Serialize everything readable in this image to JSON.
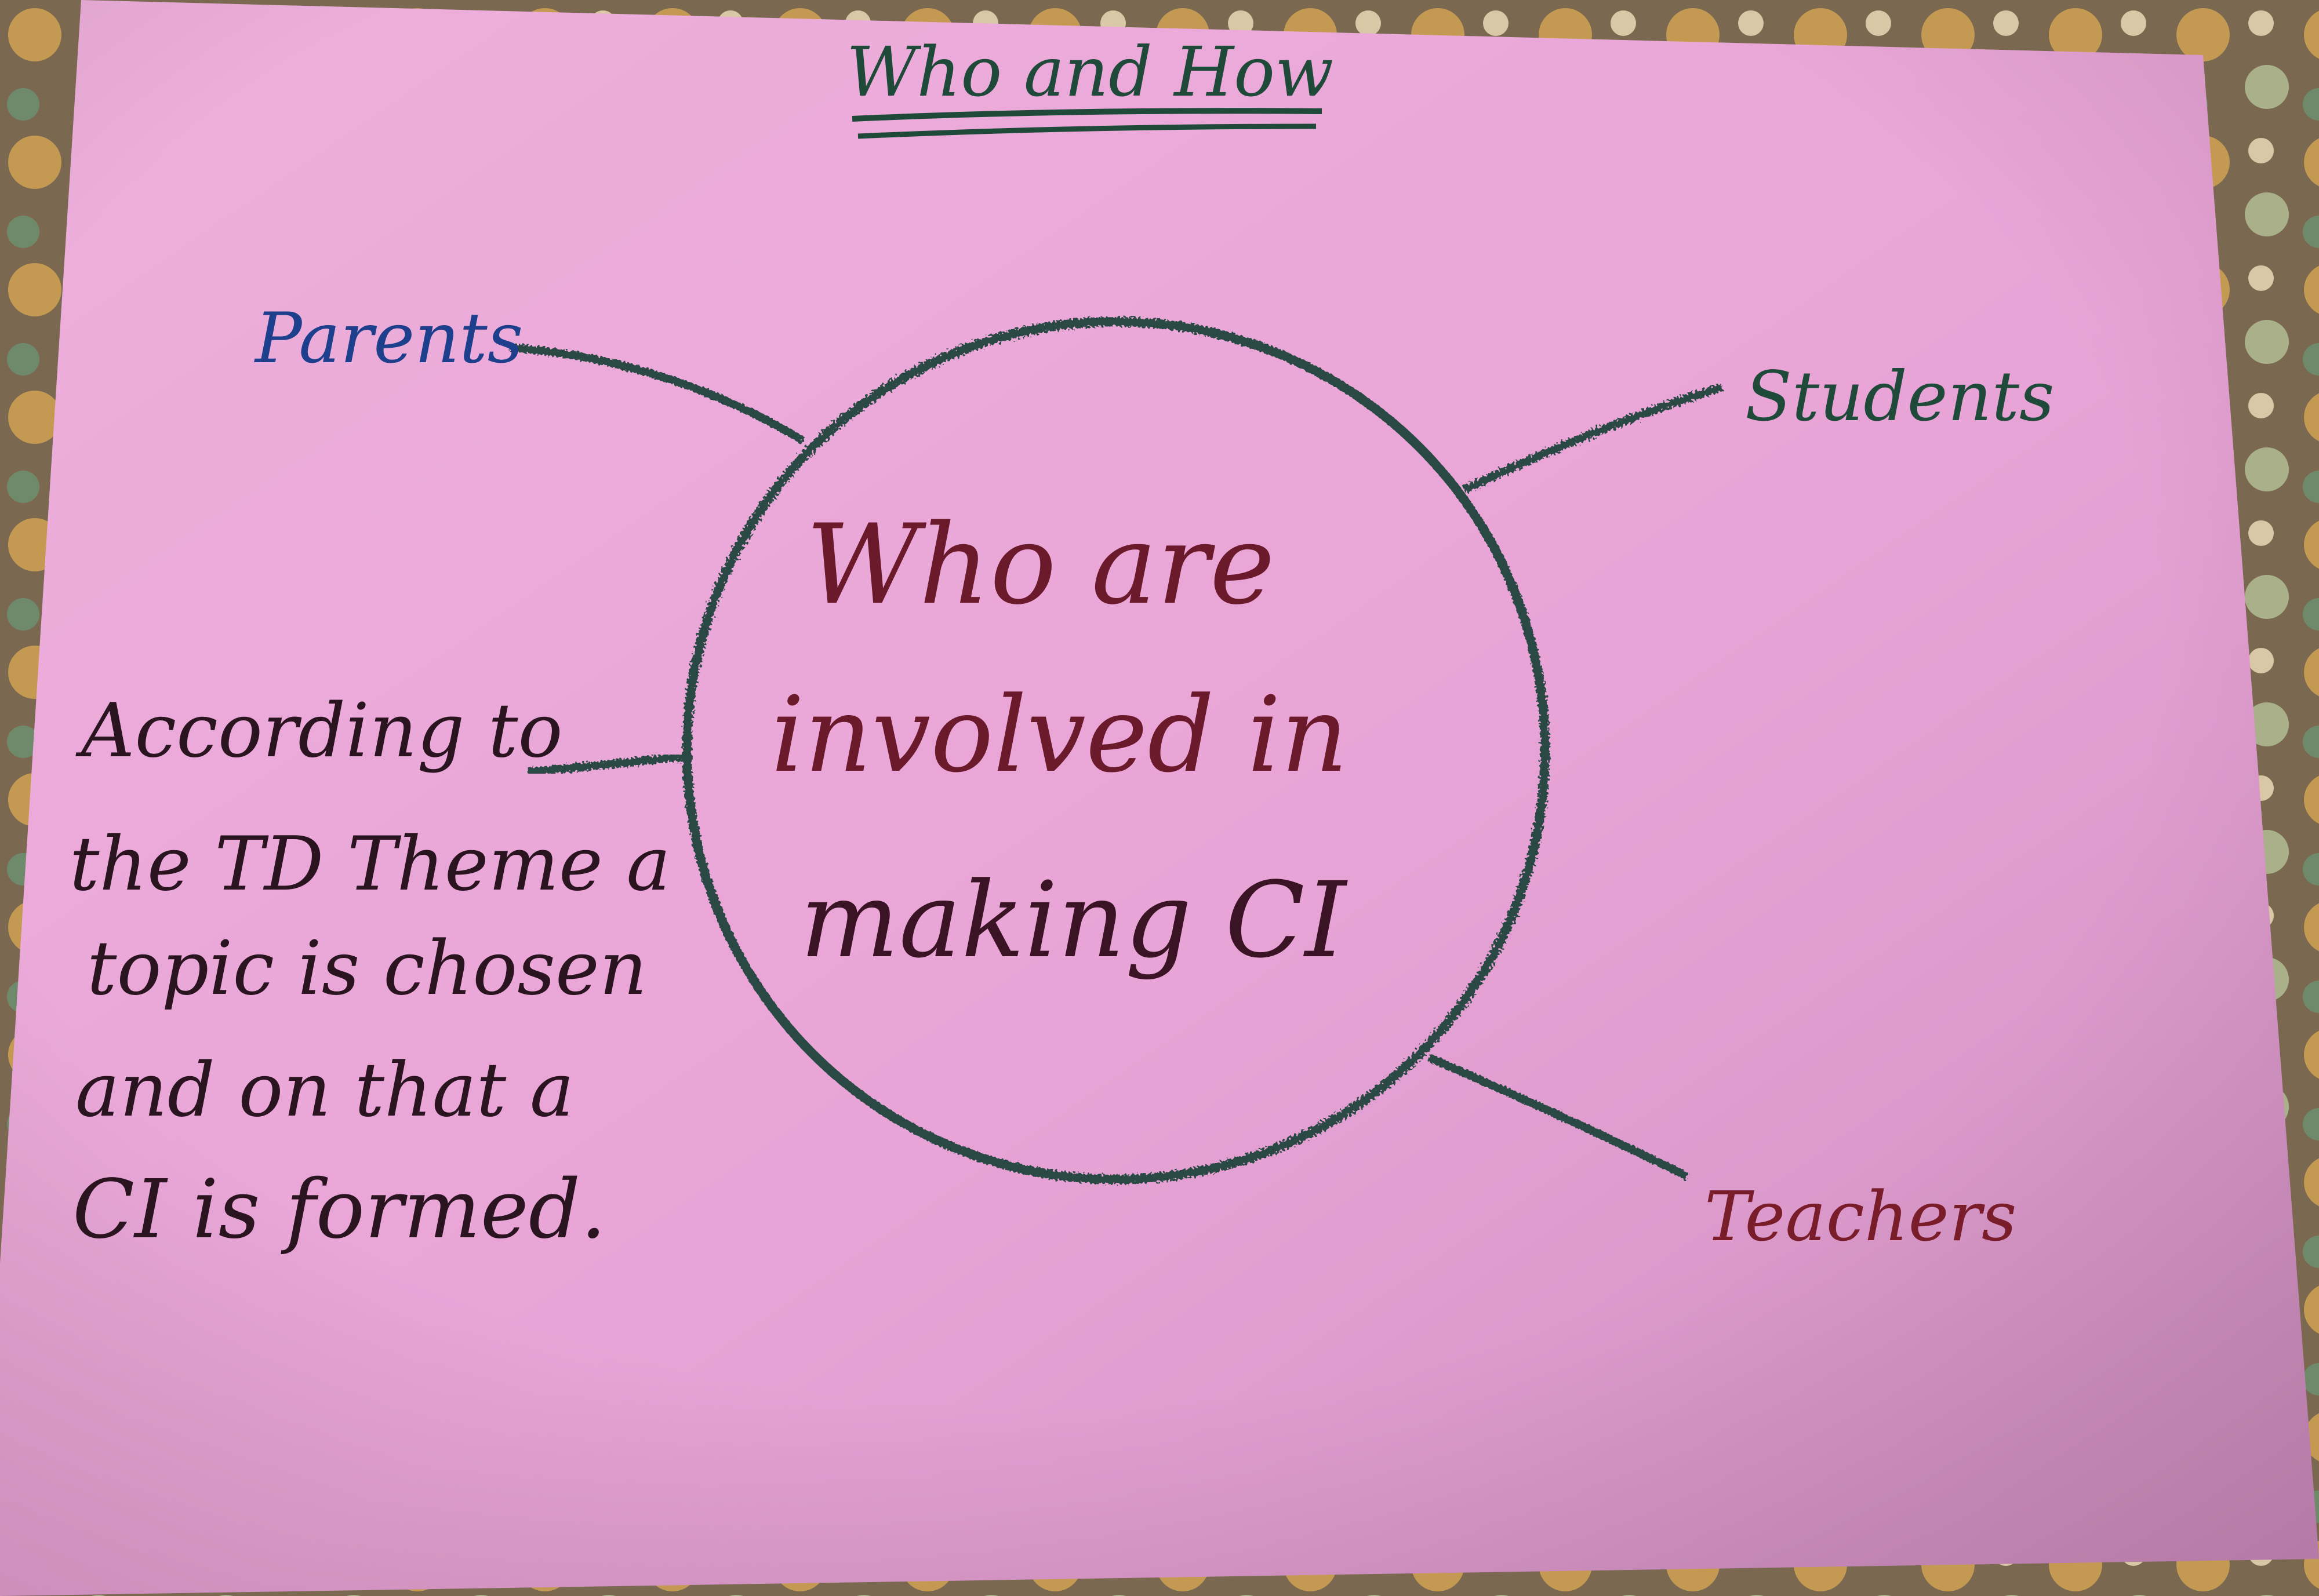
{
  "title": "Who and How",
  "center": {
    "line1": "Who are",
    "line2": "involved in",
    "line3": "making CI"
  },
  "branches": {
    "parents": "Parents",
    "students": "Students",
    "teachers": "Teachers",
    "how": {
      "line1": "According to",
      "line2": "the TD Theme a",
      "line3": "topic is chosen",
      "line4": "and on that a",
      "line5": "CI is formed."
    }
  },
  "colors": {
    "paper": "#e9a6d6",
    "ink_green": "#1f4a3a",
    "ink_blue": "#1e3f8c",
    "ink_red": "#7a1d2a",
    "ink_black": "#2a1420"
  }
}
